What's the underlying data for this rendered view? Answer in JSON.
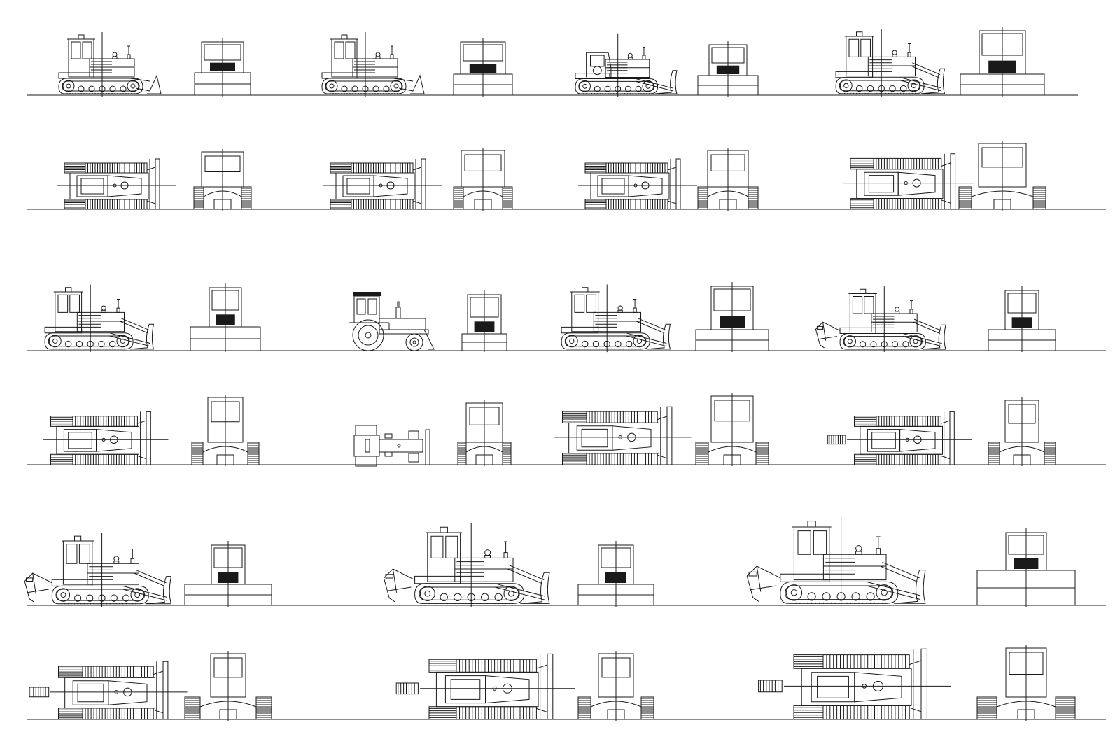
{
  "sheet": {
    "background": "#ffffff",
    "line_color": "#1a1a1a"
  },
  "rows": [
    {
      "view": "side",
      "items": [
        {
          "kind": "dozer",
          "variant": "crawler-small-a"
        },
        {
          "kind": "front"
        },
        {
          "kind": "dozer",
          "variant": "crawler-small-b"
        },
        {
          "kind": "front"
        },
        {
          "kind": "dozer",
          "variant": "crawler-compact"
        },
        {
          "kind": "front"
        },
        {
          "kind": "dozer",
          "variant": "crawler-medium"
        },
        {
          "kind": "front"
        }
      ]
    },
    {
      "view": "top",
      "items": [
        {
          "kind": "dozer-top"
        },
        {
          "kind": "rear"
        },
        {
          "kind": "dozer-top"
        },
        {
          "kind": "rear"
        },
        {
          "kind": "dozer-top"
        },
        {
          "kind": "rear"
        },
        {
          "kind": "dozer-top"
        },
        {
          "kind": "rear"
        }
      ]
    },
    {
      "view": "side",
      "items": [
        {
          "kind": "dozer",
          "variant": "crawler-medium"
        },
        {
          "kind": "front"
        },
        {
          "kind": "tractor",
          "variant": "wheeled"
        },
        {
          "kind": "front"
        },
        {
          "kind": "dozer",
          "variant": "crawler-hydraulic"
        },
        {
          "kind": "front"
        },
        {
          "kind": "dozer",
          "variant": "crawler-ripper"
        },
        {
          "kind": "front"
        }
      ]
    },
    {
      "view": "top",
      "items": [
        {
          "kind": "dozer-top"
        },
        {
          "kind": "rear"
        },
        {
          "kind": "tractor-top"
        },
        {
          "kind": "rear"
        },
        {
          "kind": "dozer-top"
        },
        {
          "kind": "rear"
        },
        {
          "kind": "dozer-top"
        },
        {
          "kind": "rear"
        }
      ]
    },
    {
      "view": "side",
      "items": [
        {
          "kind": "dozer",
          "variant": "crawler-ripper"
        },
        {
          "kind": "front"
        },
        {
          "kind": "dozer",
          "variant": "crawler-large-ripper"
        },
        {
          "kind": "front"
        },
        {
          "kind": "dozer",
          "variant": "crawler-heavy-ripper"
        },
        {
          "kind": "front"
        }
      ]
    },
    {
      "view": "top",
      "items": [
        {
          "kind": "dozer-top"
        },
        {
          "kind": "rear"
        },
        {
          "kind": "dozer-top"
        },
        {
          "kind": "rear"
        },
        {
          "kind": "dozer-top"
        },
        {
          "kind": "rear"
        }
      ]
    }
  ]
}
